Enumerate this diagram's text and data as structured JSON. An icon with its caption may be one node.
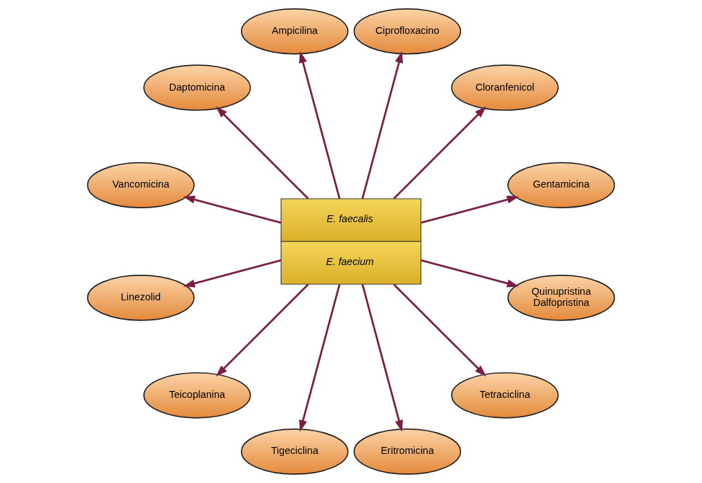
{
  "diagram": {
    "nodes": [
      {
        "text": [
          "E. faecalis",
          "E. faecium"
        ]
      },
      {
        "text": [
          "Gentamicina"
        ]
      },
      {
        "text": [
          "Cloranfenicol"
        ]
      },
      {
        "text": [
          "Ciprofloxacino"
        ]
      },
      {
        "text": [
          "Ampicilina"
        ]
      },
      {
        "text": [
          "Daptomicina"
        ]
      },
      {
        "text": [
          "Vancomicina"
        ]
      },
      {
        "text": [
          "Linezolid"
        ]
      },
      {
        "text": [
          "Teicoplanina"
        ]
      },
      {
        "text": [
          "Tigeciclina"
        ]
      },
      {
        "text": [
          "Eritromicina"
        ]
      },
      {
        "text": [
          "Tetraciclina"
        ]
      },
      {
        "text": [
          "Quinupristina Dalfopristina"
        ]
      }
    ],
    "edges": [
      {
        "from": 0,
        "to": 1,
        "arrow": "to"
      },
      {
        "from": 0,
        "to": 3,
        "arrow": "to"
      },
      {
        "from": 0,
        "to": 5,
        "arrow": "to"
      },
      {
        "from": 0,
        "to": 7,
        "arrow": "to"
      },
      {
        "from": 0,
        "to": 9,
        "arrow": "to"
      },
      {
        "from": 0,
        "to": 11,
        "arrow": "to"
      },
      {
        "from": 0,
        "to": 12,
        "arrow": "to"
      },
      {
        "from": 0,
        "to": 10,
        "arrow": "to"
      },
      {
        "from": 0,
        "to": 8,
        "arrow": "to"
      },
      {
        "from": 0,
        "to": 6,
        "arrow": "to"
      },
      {
        "from": 0,
        "to": 4,
        "arrow": "to"
      },
      {
        "from": 0,
        "to": 2,
        "arrow": "to"
      }
    ]
  }
}
